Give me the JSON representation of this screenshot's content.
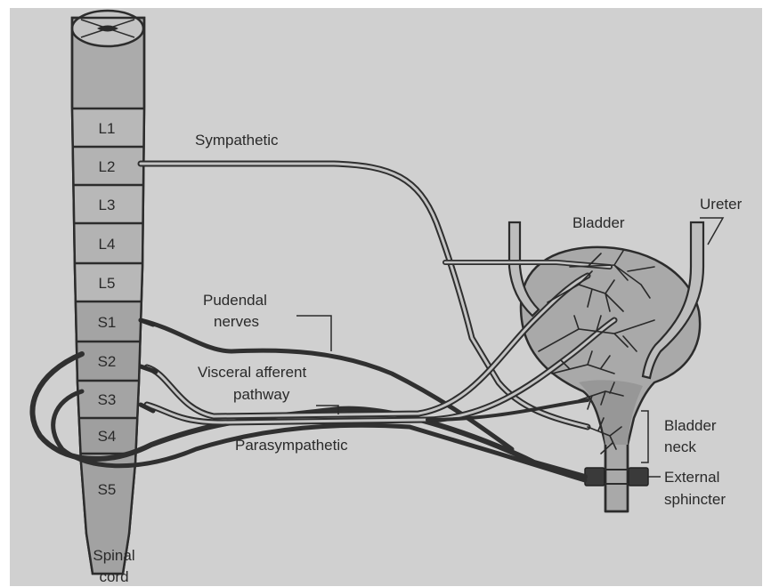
{
  "spinal_cord": {
    "segments": [
      "L1",
      "L2",
      "L3",
      "L4",
      "L5",
      "S1",
      "S2",
      "S3",
      "S4",
      "S5"
    ],
    "label_line1": "Spinal",
    "label_line2": "cord"
  },
  "labels": {
    "sympathetic": "Sympathetic",
    "bladder": "Bladder",
    "ureter": "Ureter",
    "pudendal_line1": "Pudendal",
    "pudendal_line2": "nerves",
    "visceral_line1": "Visceral afferent",
    "visceral_line2": "pathway",
    "parasympathetic": "Parasympathetic",
    "bladder_neck_line1": "Bladder",
    "bladder_neck_line2": "neck",
    "external_sphincter_line1": "External",
    "external_sphincter_line2": "sphincter"
  },
  "colors": {
    "photo_background": "#d0d0d0",
    "cord_fill": "#ababab",
    "bladder_fill": "#a9a9a9",
    "nerve_stroke": "#303030",
    "text": "#2a2a2a"
  }
}
